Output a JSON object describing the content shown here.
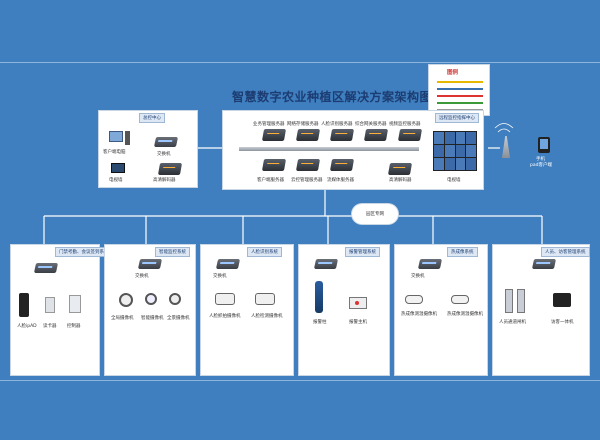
{
  "title": "智慧数字农业种植区解决方案架构图",
  "legend": {
    "title": "图例"
  },
  "top_left": {
    "tag": "总控中心",
    "labels": {
      "pc": "客户端电脑",
      "switch": "交换机",
      "tv": "电视墙",
      "decoder": "高清解码器"
    }
  },
  "center": {
    "servers": [
      "业务管理服务器",
      "网络存储服务器",
      "人脸识别服务器",
      "综合网关服务器",
      "视频监控服务器"
    ],
    "bottom": [
      "客户端服务器",
      "云控管理服务器",
      "流媒体服务器",
      "高清解码器"
    ],
    "tv_wall": "电视墙"
  },
  "right_top": {
    "tag": "远程监控指挥中心"
  },
  "mobile": {
    "phone": "手机",
    "pad": "pad客户端"
  },
  "network": {
    "label": "园区专网"
  },
  "subsystems": [
    {
      "tag": "门禁考勤、会议签到系统",
      "switch": "",
      "devices": [
        "人脸ipAD",
        "读卡器",
        "控制器"
      ]
    },
    {
      "tag": "智能监控系统",
      "switch": "交换机",
      "devices": [
        "全局摄像机",
        "智能摄像机",
        "全景摄像机"
      ]
    },
    {
      "tag": "人脸识别系统",
      "switch": "交换机",
      "devices": [
        "人脸抓拍摄像机",
        "人脸检测摄像机"
      ]
    },
    {
      "tag": "报警管理系统",
      "switch": "",
      "devices": [
        "报警柱",
        "报警主机"
      ]
    },
    {
      "tag": "热成像系统",
      "switch": "交换机",
      "devices": [
        "热成像测温摄像机",
        "热成像测温摄像机"
      ]
    },
    {
      "tag": "人员、访客管理系统",
      "switch": "",
      "devices": [
        "人员通道闸机",
        "访客一体机"
      ]
    }
  ],
  "colors": {
    "bg": "#3f7fbf",
    "wire": "#ffffff",
    "accent": "#ffae3a"
  }
}
